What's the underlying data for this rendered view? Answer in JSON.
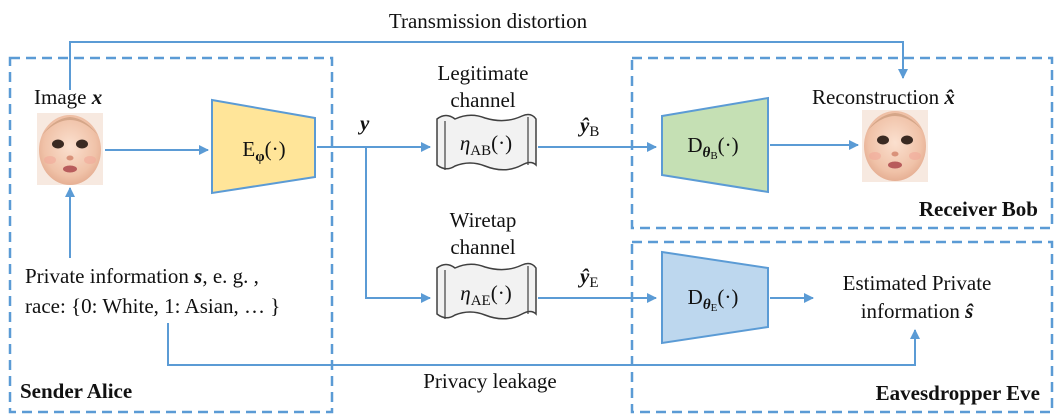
{
  "title_top": "Transmission distortion",
  "bottom_label": "Privacy leakage",
  "sender": {
    "name": "Sender Alice",
    "image_label": "Image",
    "image_var": "x",
    "private_line1_a": "Private information",
    "private_line1_var": "s",
    "private_line1_b": ", e. g. ,",
    "private_line2": "race: {0: White, 1: Asian, … }"
  },
  "encoder": {
    "letter": "E",
    "sub": "φ",
    "arg": "(·)",
    "color": "#ffe599"
  },
  "latent": {
    "var": "y"
  },
  "legit_channel": {
    "line1": "Legitimate",
    "line2": "channel",
    "eta": "η",
    "sub": "AB",
    "arg": "(·)"
  },
  "wiretap_channel": {
    "line1": "Wiretap",
    "line2": "channel",
    "eta": "η",
    "sub": "AE",
    "arg": "(·)"
  },
  "y_bob": {
    "var": "ŷ",
    "sub": "B"
  },
  "y_eve": {
    "var": "ŷ",
    "sub": "E"
  },
  "decoder_bob": {
    "letter": "D",
    "sub": "θ",
    "subsub": "B",
    "arg": "(·)",
    "color": "#c5e0b4"
  },
  "decoder_eve": {
    "letter": "D",
    "sub": "θ",
    "subsub": "E",
    "arg": "(·)",
    "color": "#bdd7ee"
  },
  "receiver": {
    "name": "Receiver Bob",
    "recon_label": "Reconstruction",
    "recon_var": "x̂"
  },
  "eve": {
    "name": "Eavesdropper Eve",
    "est_line1": "Estimated Private",
    "est_line2": "information",
    "est_var": "ŝ"
  },
  "colors": {
    "arrow": "#5b9bd5",
    "dashed_box": "#5b9bd5",
    "channel_fill": "#f2f2f2"
  },
  "icons": {
    "face_image": "baby-face-photo",
    "face_reconstruction": "baby-face-photo"
  }
}
